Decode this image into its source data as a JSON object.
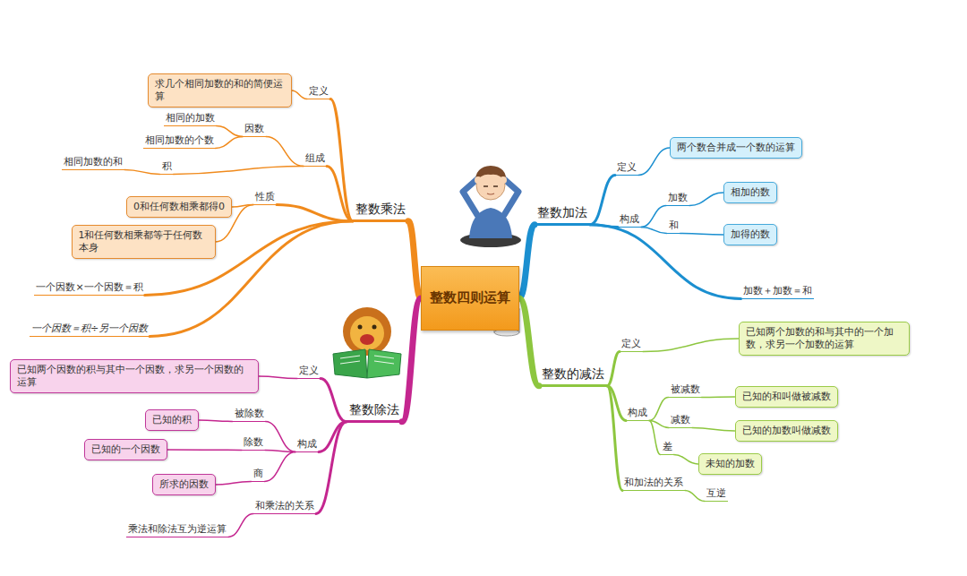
{
  "diagram": {
    "nodes": [
      {
        "text": [
          "整数四则运算"
        ]
      },
      {
        "text": [
          "整数乘法"
        ]
      },
      {
        "text": [
          "定义"
        ]
      },
      {
        "text": [
          "求几个相同加数的和的简便运算"
        ]
      },
      {
        "text": [
          "组成"
        ]
      },
      {
        "text": [
          "因数"
        ]
      },
      {
        "text": [
          "相同的加数"
        ]
      },
      {
        "text": [
          "相同加数的个数"
        ]
      },
      {
        "text": [
          "积"
        ]
      },
      {
        "text": [
          "相同加数的和"
        ]
      },
      {
        "text": [
          "性质"
        ]
      },
      {
        "text": [
          "0和任何数相乘都得0"
        ]
      },
      {
        "text": [
          "1和任何数相乘都等于任何数本身"
        ]
      },
      {
        "text": [
          "一个因数×一个因数＝积"
        ]
      },
      {
        "text": [
          "一个因数＝积÷另一个因数"
        ]
      },
      {
        "text": [
          "整数加法"
        ]
      },
      {
        "text": [
          "定义"
        ]
      },
      {
        "text": [
          "两个数合并成一个数的运算"
        ]
      },
      {
        "text": [
          "构成"
        ]
      },
      {
        "text": [
          "加数"
        ]
      },
      {
        "text": [
          "相加的数"
        ]
      },
      {
        "text": [
          "和"
        ]
      },
      {
        "text": [
          "加得的数"
        ]
      },
      {
        "text": [
          "加数＋加数＝和"
        ]
      },
      {
        "text": [
          "整数的减法"
        ]
      },
      {
        "text": [
          "定义"
        ]
      },
      {
        "text": [
          "已知两个加数的和与其中的一个加数，求另一个加数的运算"
        ]
      },
      {
        "text": [
          "构成"
        ]
      },
      {
        "text": [
          "被减数"
        ]
      },
      {
        "text": [
          "已知的和叫做被减数"
        ]
      },
      {
        "text": [
          "减数"
        ]
      },
      {
        "text": [
          "已知的加数叫做减数"
        ]
      },
      {
        "text": [
          "差"
        ]
      },
      {
        "text": [
          "未知的加数"
        ]
      },
      {
        "text": [
          "和加法的关系"
        ]
      },
      {
        "text": [
          "互逆"
        ]
      },
      {
        "text": [
          "整数除法"
        ]
      },
      {
        "text": [
          "定义"
        ]
      },
      {
        "text": [
          "已知两个因数的积与其中一个因数，求另一个因数的运算"
        ]
      },
      {
        "text": [
          "构成"
        ]
      },
      {
        "text": [
          "被除数"
        ]
      },
      {
        "text": [
          "已知的积"
        ]
      },
      {
        "text": [
          "除数"
        ]
      },
      {
        "text": [
          "已知的一个因数"
        ]
      },
      {
        "text": [
          "商"
        ]
      },
      {
        "text": [
          "所求的因数"
        ]
      },
      {
        "text": [
          "和乘法的关系"
        ]
      },
      {
        "text": [
          "乘法和除法互为逆运算"
        ]
      }
    ],
    "edges": [
      {
        "from": 0,
        "to": 1,
        "arrow": "none"
      },
      {
        "from": 1,
        "to": 2,
        "arrow": "none"
      },
      {
        "from": 2,
        "to": 3,
        "arrow": "none"
      },
      {
        "from": 1,
        "to": 4,
        "arrow": "none"
      },
      {
        "from": 4,
        "to": 5,
        "arrow": "none"
      },
      {
        "from": 5,
        "to": 6,
        "arrow": "none"
      },
      {
        "from": 5,
        "to": 7,
        "arrow": "none"
      },
      {
        "from": 4,
        "to": 8,
        "arrow": "none"
      },
      {
        "from": 8,
        "to": 9,
        "arrow": "none"
      },
      {
        "from": 1,
        "to": 10,
        "arrow": "none"
      },
      {
        "from": 10,
        "to": 11,
        "arrow": "none"
      },
      {
        "from": 10,
        "to": 12,
        "arrow": "none"
      },
      {
        "from": 1,
        "to": 13,
        "arrow": "none"
      },
      {
        "from": 1,
        "to": 14,
        "arrow": "none"
      },
      {
        "from": 0,
        "to": 15,
        "arrow": "none"
      },
      {
        "from": 15,
        "to": 16,
        "arrow": "none"
      },
      {
        "from": 16,
        "to": 17,
        "arrow": "none"
      },
      {
        "from": 15,
        "to": 18,
        "arrow": "none"
      },
      {
        "from": 18,
        "to": 19,
        "arrow": "none"
      },
      {
        "from": 19,
        "to": 20,
        "arrow": "none"
      },
      {
        "from": 18,
        "to": 21,
        "arrow": "none"
      },
      {
        "from": 21,
        "to": 22,
        "arrow": "none"
      },
      {
        "from": 15,
        "to": 23,
        "arrow": "none"
      },
      {
        "from": 0,
        "to": 24,
        "arrow": "none"
      },
      {
        "from": 24,
        "to": 25,
        "arrow": "none"
      },
      {
        "from": 25,
        "to": 26,
        "arrow": "none"
      },
      {
        "from": 24,
        "to": 27,
        "arrow": "none"
      },
      {
        "from": 27,
        "to": 28,
        "arrow": "none"
      },
      {
        "from": 28,
        "to": 29,
        "arrow": "none"
      },
      {
        "from": 27,
        "to": 30,
        "arrow": "none"
      },
      {
        "from": 30,
        "to": 31,
        "arrow": "none"
      },
      {
        "from": 27,
        "to": 32,
        "arrow": "none"
      },
      {
        "from": 32,
        "to": 33,
        "arrow": "none"
      },
      {
        "from": 24,
        "to": 34,
        "arrow": "none"
      },
      {
        "from": 34,
        "to": 35,
        "arrow": "none"
      },
      {
        "from": 0,
        "to": 36,
        "arrow": "none"
      },
      {
        "from": 36,
        "to": 37,
        "arrow": "none"
      },
      {
        "from": 37,
        "to": 38,
        "arrow": "none"
      },
      {
        "from": 36,
        "to": 39,
        "arrow": "none"
      },
      {
        "from": 39,
        "to": 40,
        "arrow": "none"
      },
      {
        "from": 40,
        "to": 41,
        "arrow": "none"
      },
      {
        "from": 39,
        "to": 42,
        "arrow": "none"
      },
      {
        "from": 42,
        "to": 43,
        "arrow": "none"
      },
      {
        "from": 39,
        "to": 44,
        "arrow": "none"
      },
      {
        "from": 44,
        "to": 45,
        "arrow": "none"
      },
      {
        "from": 36,
        "to": 46,
        "arrow": "none"
      },
      {
        "from": 46,
        "to": 47,
        "arrow": "none"
      }
    ]
  }
}
